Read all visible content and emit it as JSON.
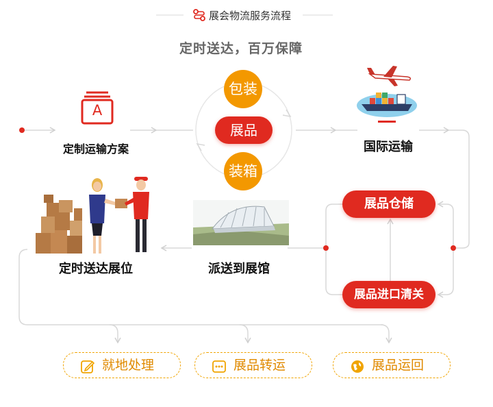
{
  "header": {
    "title": "展会物流服务流程",
    "subtitle": "定时送达，百万保障"
  },
  "colors": {
    "red": "#e02a20",
    "orange": "#f39800",
    "line": "#dcdcdc",
    "dashed": "#f0a400"
  },
  "steps": {
    "plan": "定制运输方案",
    "international": "国际运输",
    "storage": "展品仓储",
    "customs": "展品进口清关",
    "venue": "派送到展馆",
    "booth": "定时送达展位"
  },
  "cycle": {
    "top": "包装",
    "center": "展品",
    "bottom": "装箱"
  },
  "plan_icon_letter": "A",
  "options": [
    {
      "label": "就地处理",
      "icon": "edit-icon"
    },
    {
      "label": "展品转运",
      "icon": "transfer-icon"
    },
    {
      "label": "展品运回",
      "icon": "globe-return-icon"
    }
  ]
}
